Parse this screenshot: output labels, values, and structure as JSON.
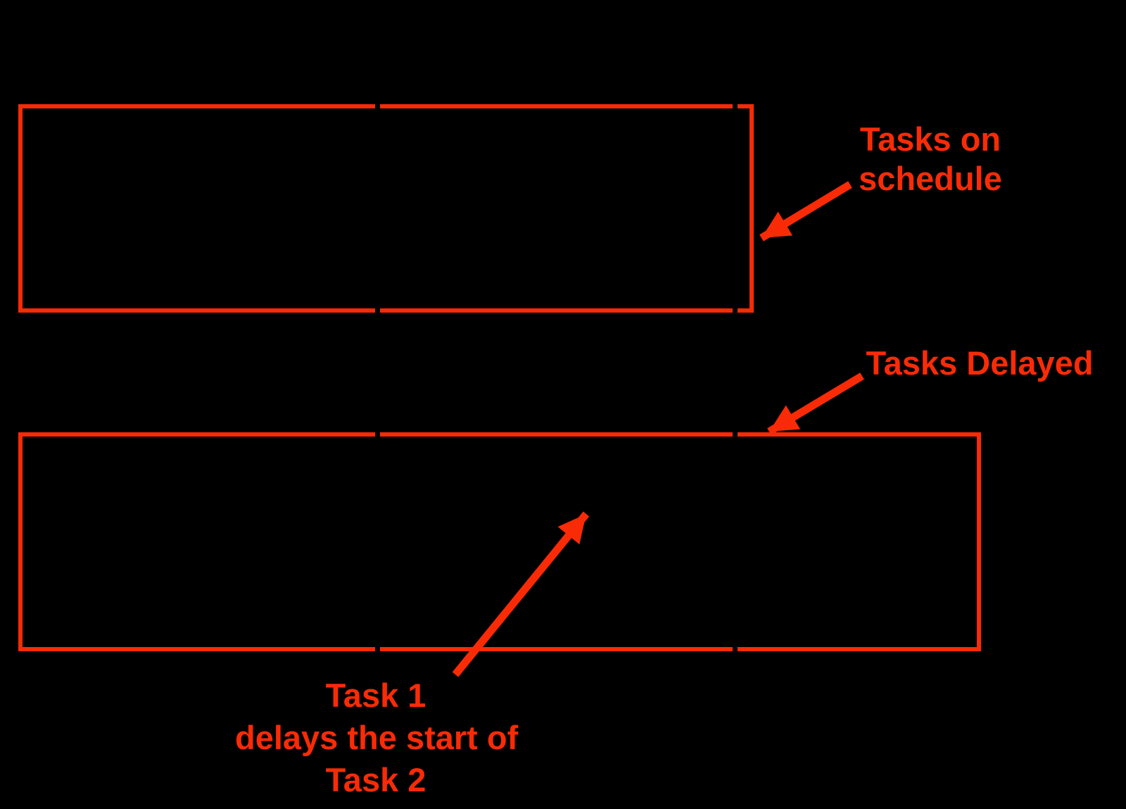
{
  "colors": {
    "background": "#000000",
    "accent": "#F92B06",
    "tick-color": "#000000"
  },
  "labels": {
    "on_schedule": {
      "line1": "Tasks on",
      "line2": "schedule"
    },
    "delayed": {
      "label": "Tasks Delayed"
    },
    "dependency": {
      "line1": "Task 1",
      "line2": "delays the start of",
      "line3": "Task 2"
    }
  }
}
